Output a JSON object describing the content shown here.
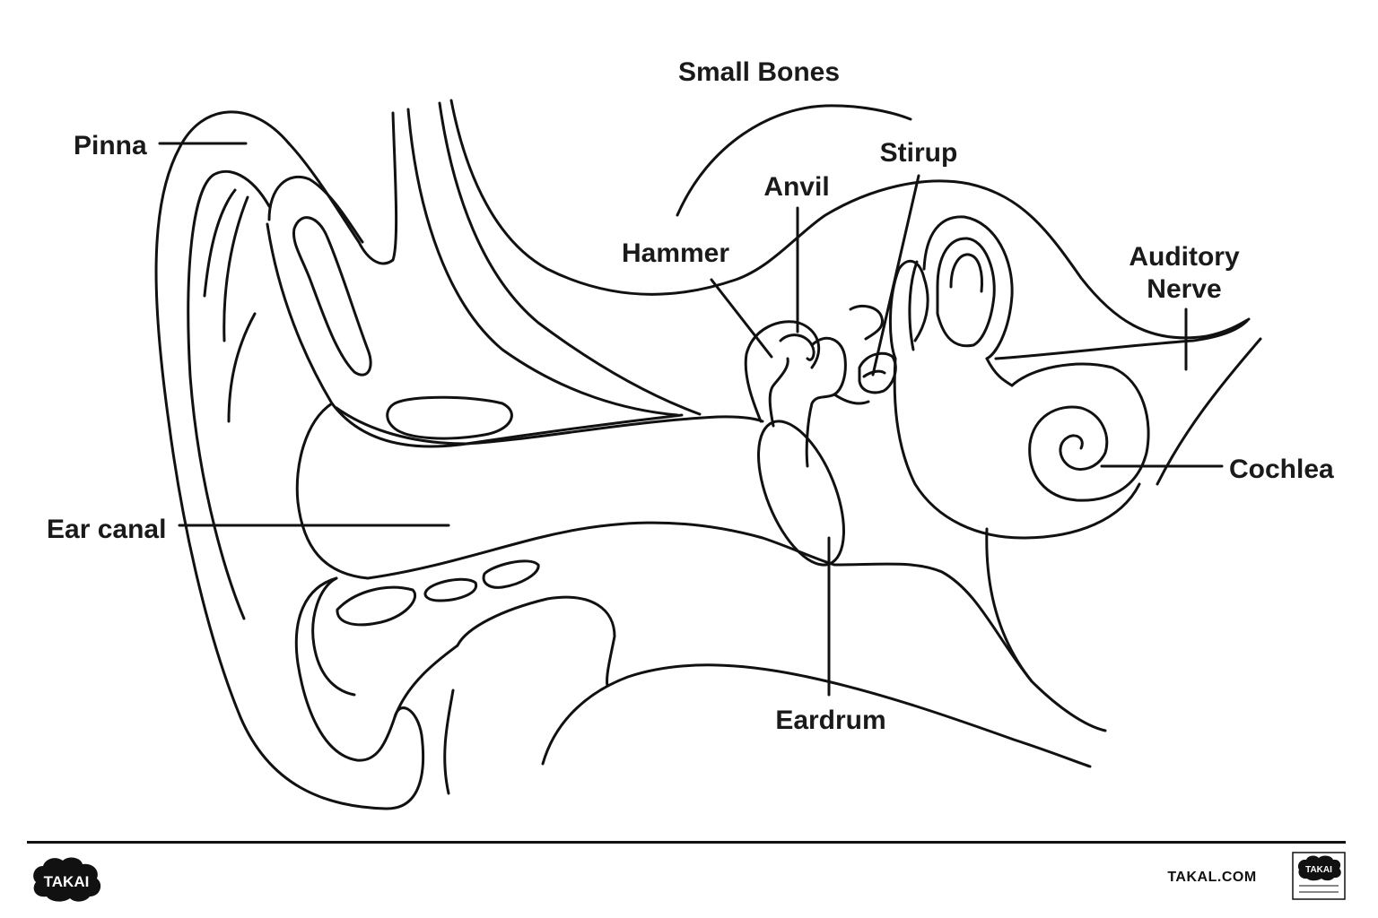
{
  "labels": {
    "small_bones": "Small Bones",
    "pinna": "Pinna",
    "anvil": "Anvil",
    "stirup": "Stirup",
    "hammer": "Hammer",
    "auditory_nerve_line1": "Auditory",
    "auditory_nerve_line2": "Nerve",
    "cochlea": "Cochlea",
    "ear_canal": "Ear canal",
    "eardrum": "Eardrum"
  },
  "footer": {
    "logo_text": "TAKAI",
    "site": "TAKAL.COM",
    "badge_logo_text": "TAKAI"
  },
  "colors": {
    "line": "#111111",
    "background": "#ffffff",
    "logo_fill": "#111111",
    "logo_text": "#ffffff"
  }
}
